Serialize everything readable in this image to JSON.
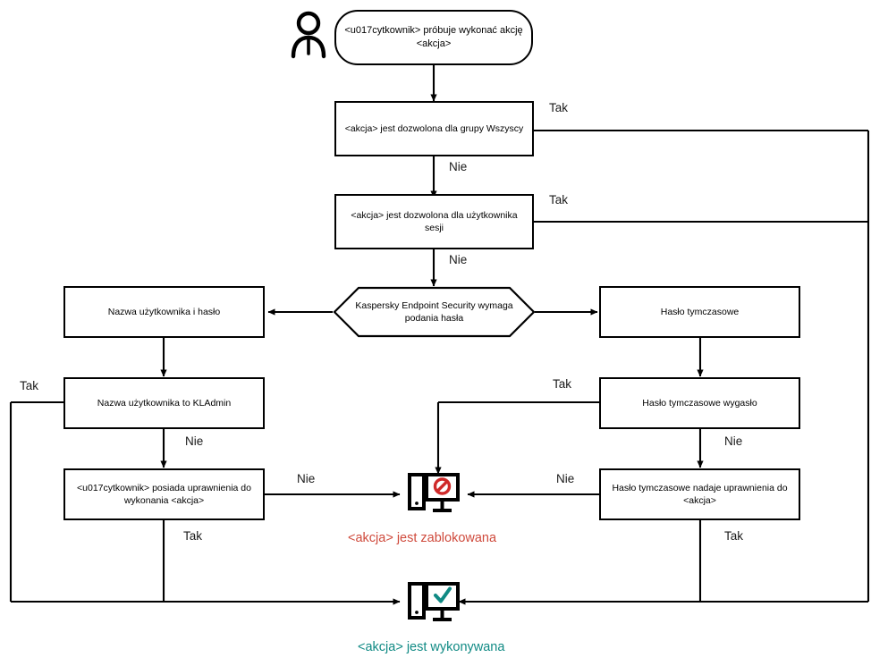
{
  "diagram": {
    "title_actor": "user-actor",
    "colors": {
      "line": "#000000",
      "blocked": "#cf4a3c",
      "allowed": "#108a84",
      "box_border": "#000000",
      "label": "#1a1a1a"
    },
    "nodes": {
      "start": "<u017cytkownik> próbuje wykonać akcję <akcja>",
      "start_line1": "<u017cytkownik> próbuje wykonać akcję",
      "start_line2": "<akcja>",
      "allowed_everyone": "<akcja> jest dozwolona dla grupy Wszyscy",
      "allowed_session_user_l1": "<akcja> jest dozwolona dla użytkownika",
      "allowed_session_user_l2": "sesji",
      "kes_requires_password_l1": "Kaspersky Endpoint Security wymaga",
      "kes_requires_password_l2": "podania hasła",
      "username_and_password": "Nazwa użytkownika i hasło",
      "temporary_password": "Hasło tymczasowe",
      "username_is_kladmin": "Nazwa użytkownika to KLAdmin",
      "temp_password_expired": "Hasło tymczasowe wygasło",
      "user_has_rights_l1": "<u017cytkownik> posiada uprawnienia do",
      "user_has_rights_l2": "wykonania <akcja>",
      "temp_password_grants_l1": "Hasło tymczasowe nadaje uprawnienia do",
      "temp_password_grants_l2": "<akcja>"
    },
    "edge_labels": {
      "yes": "Tak",
      "no": "Nie"
    },
    "edges": [
      {
        "id": "e-everyone-yes",
        "label": "Tak"
      },
      {
        "id": "e-everyone-no",
        "label": "Nie"
      },
      {
        "id": "e-session-yes",
        "label": "Tak"
      },
      {
        "id": "e-session-no",
        "label": "Nie"
      },
      {
        "id": "e-kladmin-yes",
        "label": "Tak"
      },
      {
        "id": "e-kladmin-no",
        "label": "Nie"
      },
      {
        "id": "e-rights-no",
        "label": "Nie"
      },
      {
        "id": "e-rights-yes",
        "label": "Tak"
      },
      {
        "id": "e-expired-yes",
        "label": "Tak"
      },
      {
        "id": "e-expired-no",
        "label": "Nie"
      },
      {
        "id": "e-grants-no",
        "label": "Nie"
      },
      {
        "id": "e-grants-yes",
        "label": "Tak"
      }
    ],
    "outcomes": {
      "blocked": "<akcja> jest zablokowana",
      "allowed": "<akcja> jest wykonywana"
    },
    "icons": {
      "person": "user-icon",
      "blocked": "computer-blocked-icon",
      "allowed": "computer-allowed-icon"
    }
  }
}
